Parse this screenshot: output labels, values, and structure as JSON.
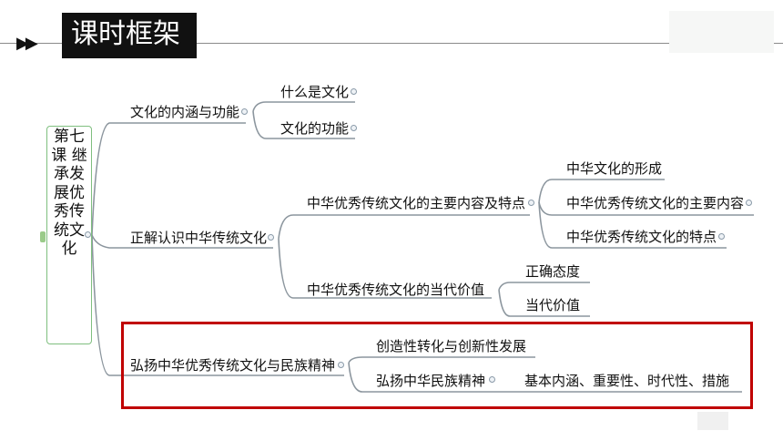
{
  "header": {
    "arrows": "▶▶",
    "title": "课时框架"
  },
  "mindmap": {
    "root": "第七课 继承发展优秀传统文化",
    "branches": [
      {
        "label": "文化的内涵与功能",
        "children": [
          {
            "label": "什么是文化"
          },
          {
            "label": "文化的功能"
          }
        ]
      },
      {
        "label": "正解认识中华传统文化",
        "children": [
          {
            "label": "中华优秀传统文化的主要内容及特点",
            "children": [
              {
                "label": "中华文化的形成"
              },
              {
                "label": "中华优秀传统文化的主要内容"
              },
              {
                "label": "中华优秀传统文化的特点"
              }
            ]
          },
          {
            "label": "中华优秀传统文化的当代价值",
            "children": [
              {
                "label": "正确态度"
              },
              {
                "label": "当代价值"
              }
            ]
          }
        ]
      },
      {
        "label": "弘扬中华优秀传统文化与民族精神",
        "highlighted": true,
        "children": [
          {
            "label": "创造性转化与创新性发展"
          },
          {
            "label": "弘扬中华民族精神",
            "children": [
              {
                "label": "基本内涵、重要性、时代性、措施"
              }
            ]
          }
        ]
      }
    ]
  },
  "colors": {
    "root_border": "#7fbf7f",
    "connector": "#8c969e",
    "highlight": "#c00000",
    "title_bg": "#111111"
  }
}
